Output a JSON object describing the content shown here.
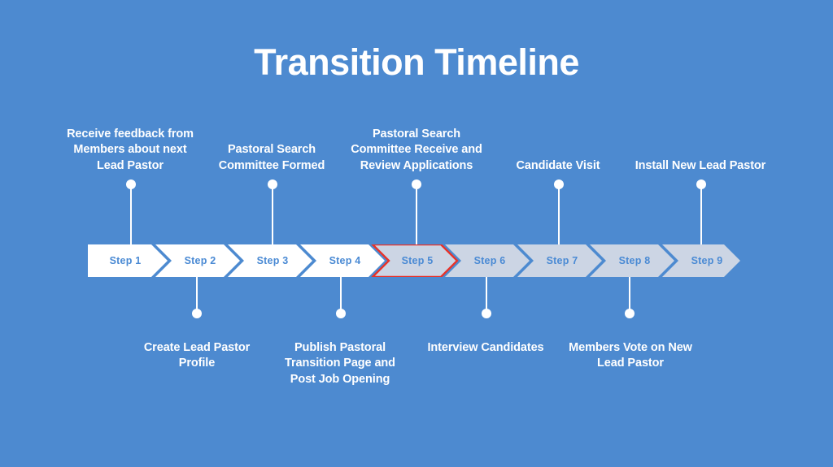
{
  "page": {
    "title": "Transition Timeline",
    "background_color": "#4d8ad0",
    "accent_color": "#ffffff",
    "chevron_done_color": "#ffffff",
    "chevron_pending_color": "#ccd5e4",
    "chevron_text_color": "#4a8ad4",
    "highlight_border_color": "#e8332a"
  },
  "chart_data": {
    "type": "timeline",
    "title": "Transition Timeline",
    "highlighted_step": "Step 5",
    "steps": [
      {
        "id": "step-1",
        "label": "Step 1",
        "description": "Receive feedback from Members about next Lead Pastor",
        "position": "top",
        "state": "done"
      },
      {
        "id": "step-2",
        "label": "Step 2",
        "description": "Create Lead Pastor Profile",
        "position": "bottom",
        "state": "done"
      },
      {
        "id": "step-3",
        "label": "Step 3",
        "description": "Pastoral Search Committee Formed",
        "position": "top",
        "state": "done"
      },
      {
        "id": "step-4",
        "label": "Step 4",
        "description": "Publish Pastoral Transition Page and Post Job Opening",
        "position": "bottom",
        "state": "done"
      },
      {
        "id": "step-5",
        "label": "Step 5",
        "description": "Pastoral Search Committee Receive and Review Applications",
        "position": "top",
        "state": "current"
      },
      {
        "id": "step-6",
        "label": "Step 6",
        "description": "Interview Candidates",
        "position": "bottom",
        "state": "pending"
      },
      {
        "id": "step-7",
        "label": "Step 7",
        "description": "Candidate Visit",
        "position": "top",
        "state": "pending"
      },
      {
        "id": "step-8",
        "label": "Step 8",
        "description": "Members Vote on New Lead Pastor",
        "position": "bottom",
        "state": "pending"
      },
      {
        "id": "step-9",
        "label": "Step 9",
        "description": "Install New Lead Pastor",
        "position": "top",
        "state": "pending"
      }
    ]
  }
}
